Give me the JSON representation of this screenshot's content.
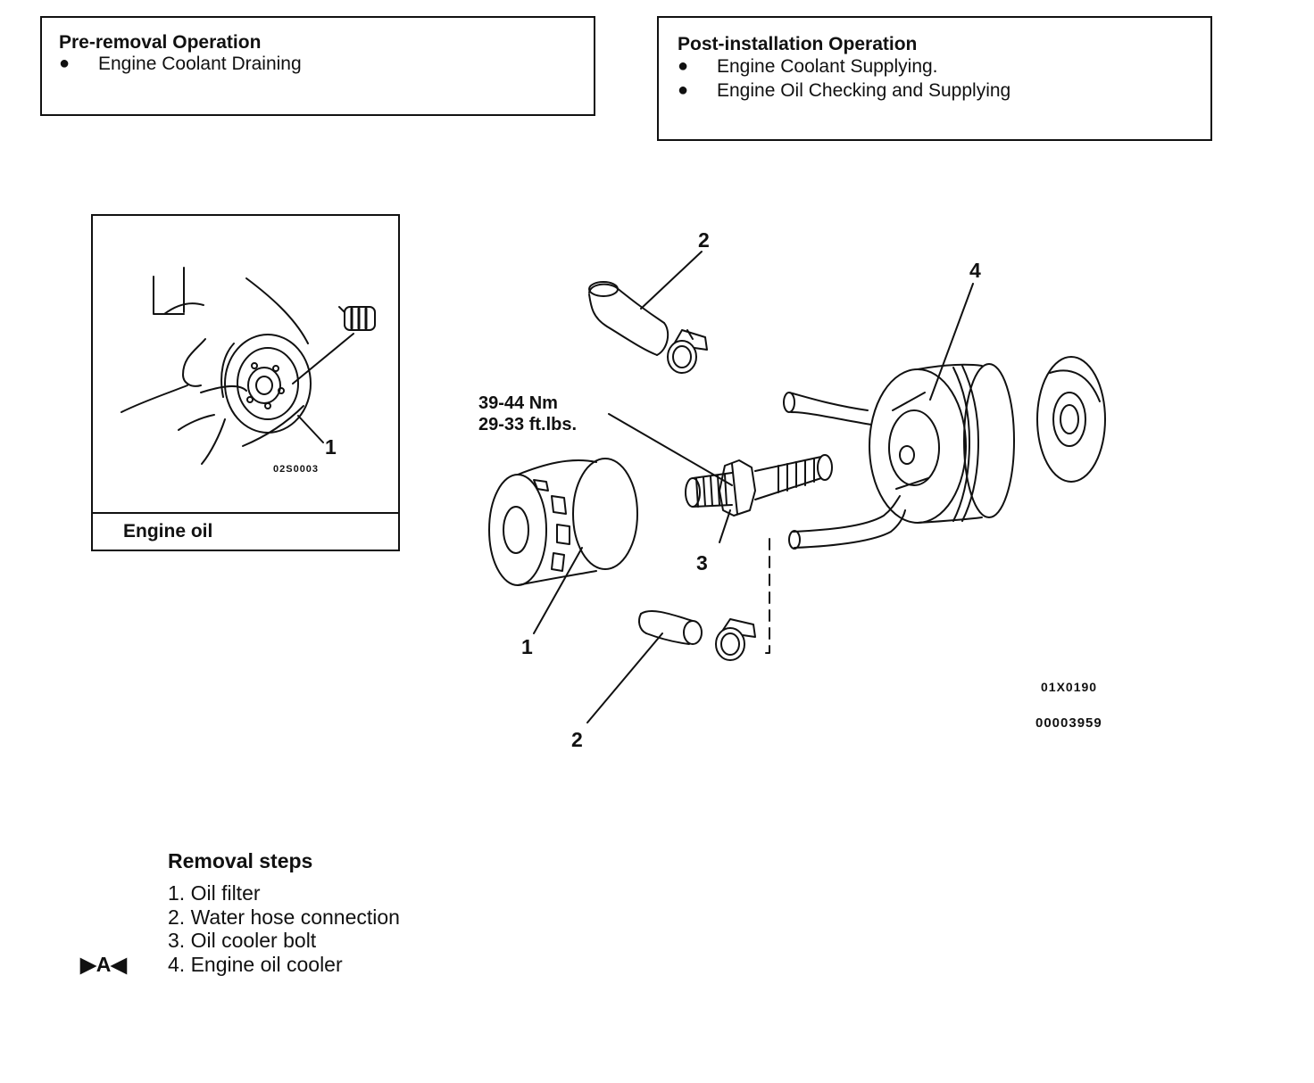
{
  "pre_removal": {
    "title": "Pre-removal Operation",
    "items": [
      "Engine Coolant Draining"
    ]
  },
  "post_installation": {
    "title": "Post-installation Operation",
    "items": [
      "Engine Coolant Supplying.",
      "Engine Oil Checking and Supplying"
    ]
  },
  "bullet_glyph": "●",
  "inset": {
    "part_label": "1",
    "figure_code": "02S0003",
    "caption": "Engine oil"
  },
  "main_diagram": {
    "labels": {
      "hose_top": "2",
      "cooler": "4",
      "bolt": "3",
      "filter": "1",
      "hose_bottom": "2"
    },
    "torque": {
      "nm": "39-44 Nm",
      "ftlbs": "29-33 ft.lbs."
    },
    "figure_code": "01X0190",
    "doc_code": "00003959"
  },
  "removal": {
    "title": "Removal steps",
    "steps": [
      "1. Oil filter",
      "2. Water hose connection",
      "3. Oil cooler bolt",
      "4. Engine oil cooler"
    ],
    "marker": "▶A◀"
  }
}
